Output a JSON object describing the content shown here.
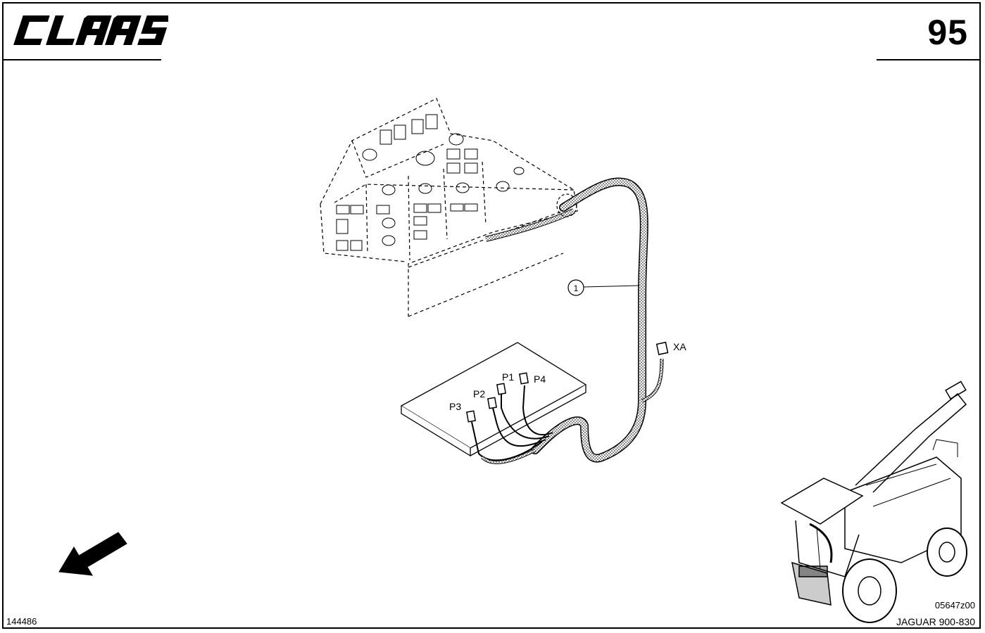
{
  "header": {
    "logo_text": "CLAAS",
    "page_number": "95"
  },
  "diagram": {
    "callout": "1",
    "connectors": [
      "XA",
      "P1",
      "P2",
      "P3",
      "P4"
    ]
  },
  "footer": {
    "document_id": "144486",
    "image_code": "05647z00",
    "model": "JAGUAR 900-830"
  },
  "icons": {
    "direction": "arrow-down-left-icon",
    "machine": "forage-harvester-thumbnail"
  }
}
